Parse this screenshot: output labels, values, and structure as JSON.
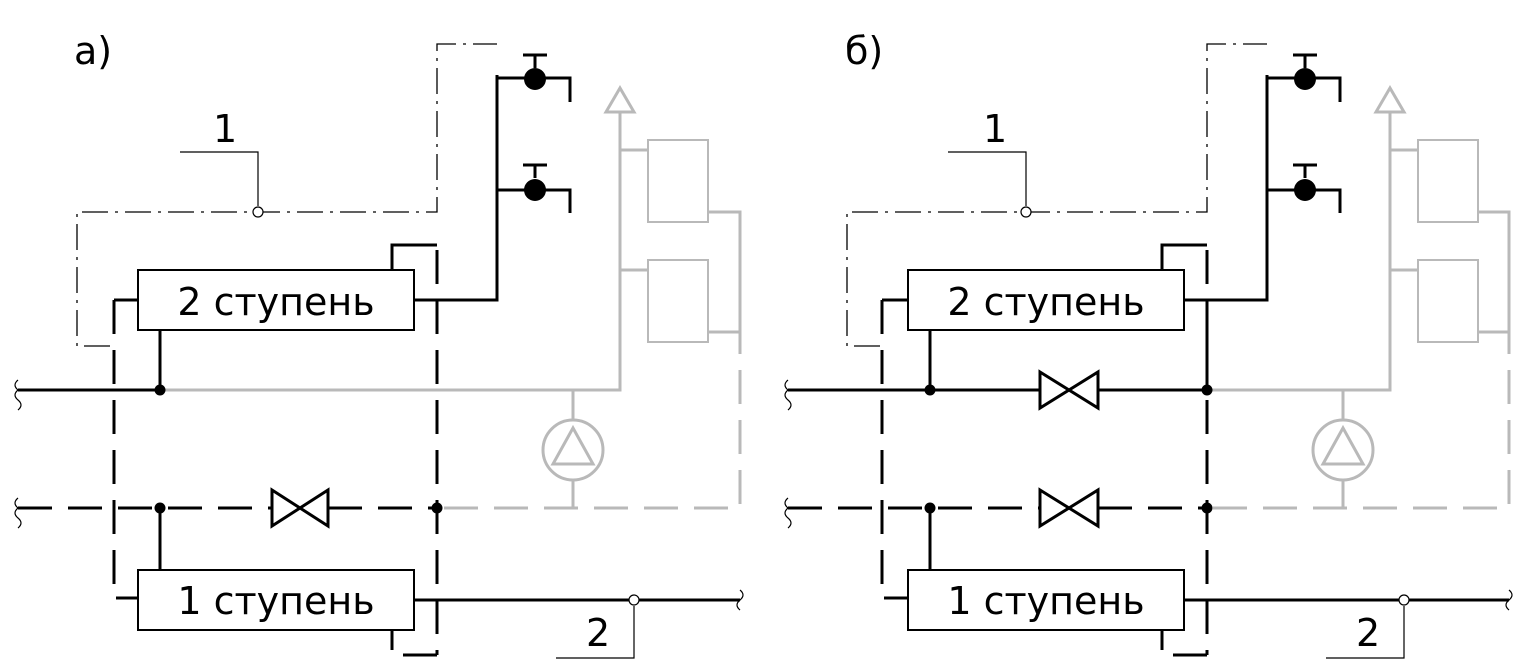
{
  "panels": [
    {
      "letter": "а)",
      "stage2": "2 ступень",
      "stage1": "1 ступень",
      "callout1": "1",
      "callout2": "2",
      "supply_valve": false
    },
    {
      "letter": "б)",
      "stage2": "2 ступень",
      "stage1": "1 ступень",
      "callout1": "1",
      "callout2": "2",
      "supply_valve": true
    }
  ],
  "colors": {
    "line": "#000000",
    "faded": "#b9b9b9"
  }
}
